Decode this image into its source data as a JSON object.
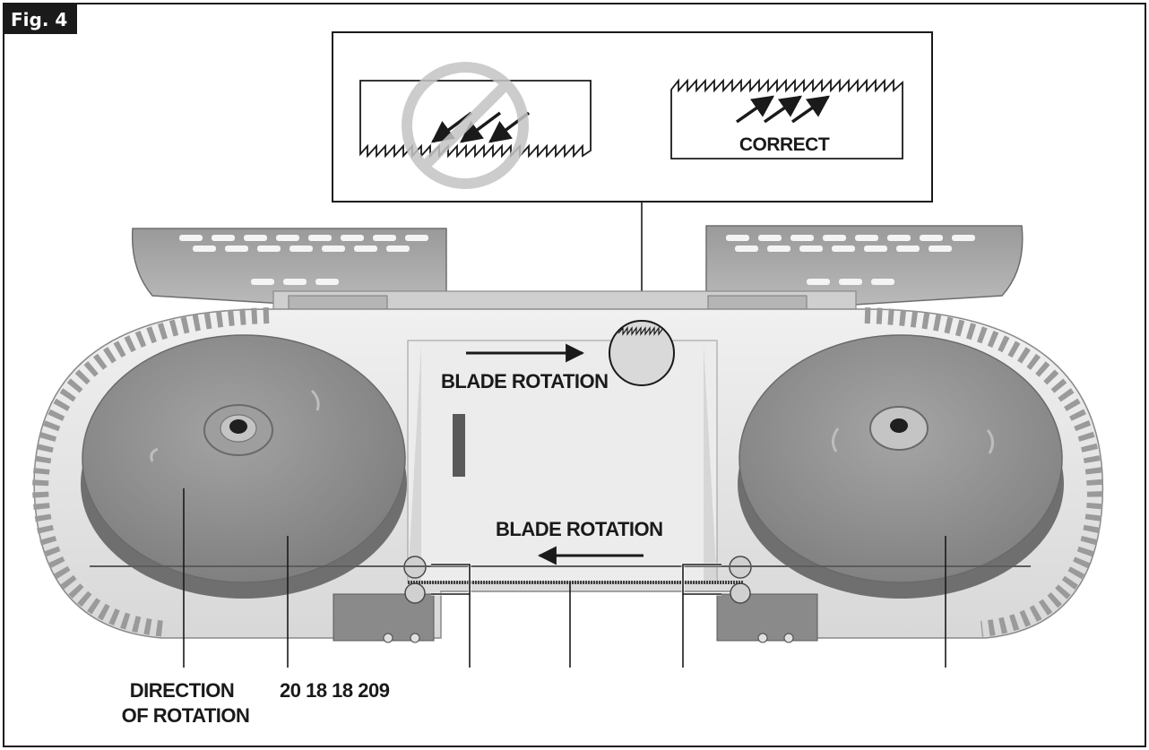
{
  "figure": {
    "badge": "Fig. 4",
    "inset": {
      "correct_label": "CORRECT"
    },
    "labels": {
      "blade_rotation_top": "BLADE ROTATION",
      "blade_rotation_bottom": "BLADE ROTATION",
      "direction_line1": "DIRECTION",
      "direction_line2": "OF ROTATION",
      "part_numbers": "20 18 18 209"
    },
    "colors": {
      "ink": "#1a1a1a",
      "wheel": "#8e8e8e",
      "housing": "#e6e6e6",
      "prohibit": "#c4c4c4"
    }
  }
}
